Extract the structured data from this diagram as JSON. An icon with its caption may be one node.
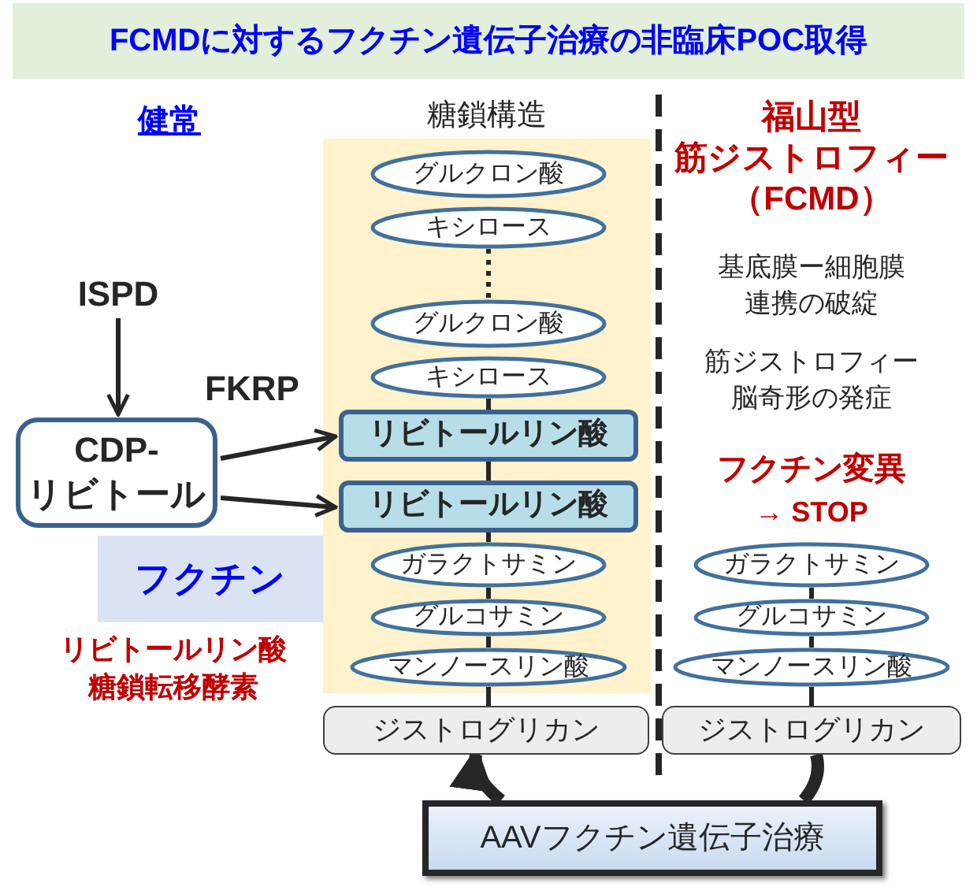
{
  "diagram": {
    "title": "FCMDに対するフクチン遺伝子治療の非臨床POC取得",
    "nodes": [
      {
        "text": [
          "ISPD"
        ]
      },
      {
        "text": [
          "CDP- リビトール"
        ]
      },
      {
        "text": [
          "糖鎖構造"
        ]
      },
      {
        "text": [
          "グルクロン酸"
        ],
        "in": 2
      },
      {
        "text": [
          "キシロース"
        ],
        "in": 2
      },
      {
        "text": [
          "グルクロン酸"
        ],
        "in": 2
      },
      {
        "text": [
          "キシロース"
        ],
        "in": 2
      },
      {
        "text": [
          "リビトールリン酸"
        ],
        "in": 2
      },
      {
        "text": [
          "リビトールリン酸"
        ],
        "in": 2
      },
      {
        "text": [
          "フクチン"
        ],
        "beside": [
          "リビトールリン酸糖鎖転移酵素"
        ]
      },
      {
        "text": [
          "ガラクトサミン"
        ],
        "in": 2
      },
      {
        "text": [
          "グルコサミン"
        ],
        "in": 2
      },
      {
        "text": [
          "マンノースリン酸"
        ],
        "in": 2
      },
      {
        "text": [
          "ガラクトサミン"
        ]
      },
      {
        "text": [
          "グルコサミン"
        ]
      },
      {
        "text": [
          "マンノースリン酸"
        ]
      },
      {
        "text": [
          "ジストログリカン"
        ]
      },
      {
        "text": [
          "ジストログリカン"
        ]
      },
      {
        "text": [
          "AAVフクチン遺伝子治療"
        ]
      }
    ],
    "edges": [
      {
        "from": 0,
        "to": 1,
        "arrow": "to"
      },
      {
        "from": 1,
        "to": 7,
        "arrow": "to",
        "label": "FKRP"
      },
      {
        "from": 1,
        "to": 8,
        "arrow": "to"
      },
      {
        "from": 4,
        "to": 5,
        "arrow": "none",
        "style": "dashed"
      },
      {
        "from": 6,
        "to": 7,
        "arrow": "none"
      },
      {
        "from": 7,
        "to": 8,
        "arrow": "none"
      },
      {
        "from": 8,
        "to": 10,
        "arrow": "none"
      },
      {
        "from": 10,
        "to": 11,
        "arrow": "none"
      },
      {
        "from": 11,
        "to": 12,
        "arrow": "none"
      },
      {
        "from": 12,
        "to": 16,
        "arrow": "none"
      },
      {
        "from": 13,
        "to": 14,
        "arrow": "none"
      },
      {
        "from": 14,
        "to": 15,
        "arrow": "none"
      },
      {
        "from": 15,
        "to": 17,
        "arrow": "none"
      },
      {
        "from": 18,
        "to": 16,
        "arrow": "to",
        "style": "thick"
      },
      {
        "from": 18,
        "to": 17,
        "arrow": "none",
        "style": "thick"
      }
    ],
    "labels": [
      "健常",
      "福山型",
      "筋ジストロフィー",
      "（FCMD）",
      "基底膜ー細胞膜連携の破綻",
      "筋ジストロフィー脳奇形の発症",
      "フクチン変異",
      "→ STOP"
    ]
  }
}
